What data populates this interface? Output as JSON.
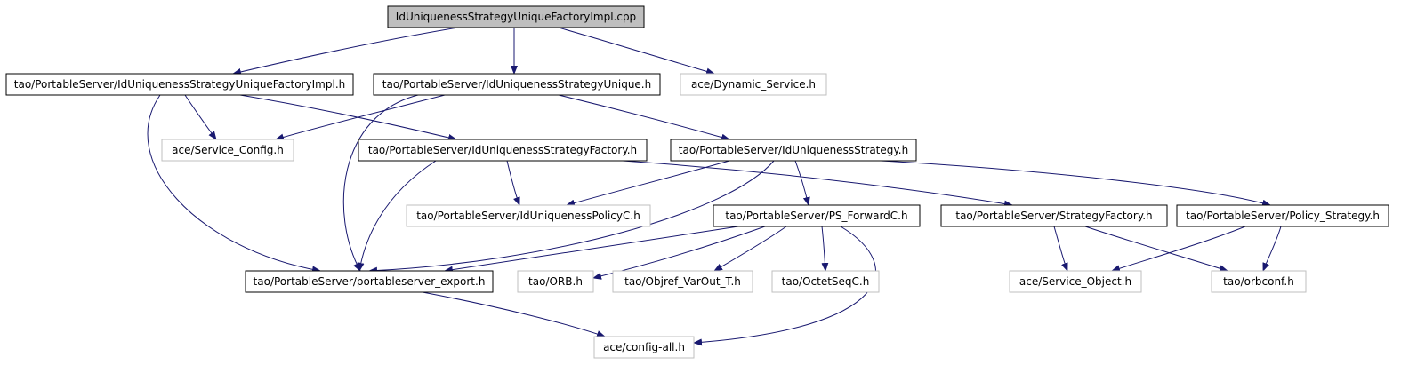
{
  "colors": {
    "edge": "#191970",
    "arrowhead": "#191970",
    "root_fill": "#bfbfbf",
    "node_fill": "#ffffff",
    "documented_border": "#000000",
    "undocumented_border": "#bfbfbf",
    "text": "#000000"
  },
  "nodes": [
    {
      "id": "root",
      "label": "IdUniquenessStrategyUniqueFactoryImpl.cpp",
      "kind": "root"
    },
    {
      "id": "factoryimpl_h",
      "label": "tao/PortableServer/IdUniquenessStrategyUniqueFactoryImpl.h",
      "kind": "documented"
    },
    {
      "id": "strategyunique_h",
      "label": "tao/PortableServer/IdUniquenessStrategyUnique.h",
      "kind": "documented"
    },
    {
      "id": "dynamic_service_h",
      "label": "ace/Dynamic_Service.h",
      "kind": "external"
    },
    {
      "id": "service_config_h",
      "label": "ace/Service_Config.h",
      "kind": "external"
    },
    {
      "id": "strategyfactory_h",
      "label": "tao/PortableServer/IdUniquenessStrategyFactory.h",
      "kind": "documented"
    },
    {
      "id": "strategy_h",
      "label": "tao/PortableServer/IdUniquenessStrategy.h",
      "kind": "documented"
    },
    {
      "id": "policyc_h",
      "label": "tao/PortableServer/IdUniquenessPolicyC.h",
      "kind": "external"
    },
    {
      "id": "ps_forwardc_h",
      "label": "tao/PortableServer/PS_ForwardC.h",
      "kind": "documented"
    },
    {
      "id": "gen_strategyfactory_h",
      "label": "tao/PortableServer/StrategyFactory.h",
      "kind": "documented"
    },
    {
      "id": "policy_strategy_h",
      "label": "tao/PortableServer/Policy_Strategy.h",
      "kind": "documented"
    },
    {
      "id": "export_h",
      "label": "tao/PortableServer/portableserver_export.h",
      "kind": "documented"
    },
    {
      "id": "orb_h",
      "label": "tao/ORB.h",
      "kind": "external"
    },
    {
      "id": "objref_h",
      "label": "tao/Objref_VarOut_T.h",
      "kind": "external"
    },
    {
      "id": "octetseqc_h",
      "label": "tao/OctetSeqC.h",
      "kind": "external"
    },
    {
      "id": "service_object_h",
      "label": "ace/Service_Object.h",
      "kind": "external"
    },
    {
      "id": "orbconf_h",
      "label": "tao/orbconf.h",
      "kind": "external"
    },
    {
      "id": "config_all_h",
      "label": "ace/config-all.h",
      "kind": "external"
    }
  ],
  "edges": [
    [
      "root",
      "factoryimpl_h"
    ],
    [
      "root",
      "strategyunique_h"
    ],
    [
      "root",
      "dynamic_service_h"
    ],
    [
      "factoryimpl_h",
      "service_config_h"
    ],
    [
      "factoryimpl_h",
      "strategyfactory_h"
    ],
    [
      "factoryimpl_h",
      "export_h"
    ],
    [
      "strategyunique_h",
      "service_config_h"
    ],
    [
      "strategyunique_h",
      "strategy_h"
    ],
    [
      "strategyunique_h",
      "export_h"
    ],
    [
      "strategyfactory_h",
      "policyc_h"
    ],
    [
      "strategyfactory_h",
      "gen_strategyfactory_h"
    ],
    [
      "strategyfactory_h",
      "export_h"
    ],
    [
      "strategy_h",
      "policyc_h"
    ],
    [
      "strategy_h",
      "ps_forwardc_h"
    ],
    [
      "strategy_h",
      "policy_strategy_h"
    ],
    [
      "strategy_h",
      "export_h"
    ],
    [
      "ps_forwardc_h",
      "export_h"
    ],
    [
      "ps_forwardc_h",
      "orb_h"
    ],
    [
      "ps_forwardc_h",
      "objref_h"
    ],
    [
      "ps_forwardc_h",
      "octetseqc_h"
    ],
    [
      "ps_forwardc_h",
      "config_all_h"
    ],
    [
      "gen_strategyfactory_h",
      "service_object_h"
    ],
    [
      "gen_strategyfactory_h",
      "orbconf_h"
    ],
    [
      "policy_strategy_h",
      "service_object_h"
    ],
    [
      "policy_strategy_h",
      "orbconf_h"
    ],
    [
      "export_h",
      "config_all_h"
    ]
  ]
}
